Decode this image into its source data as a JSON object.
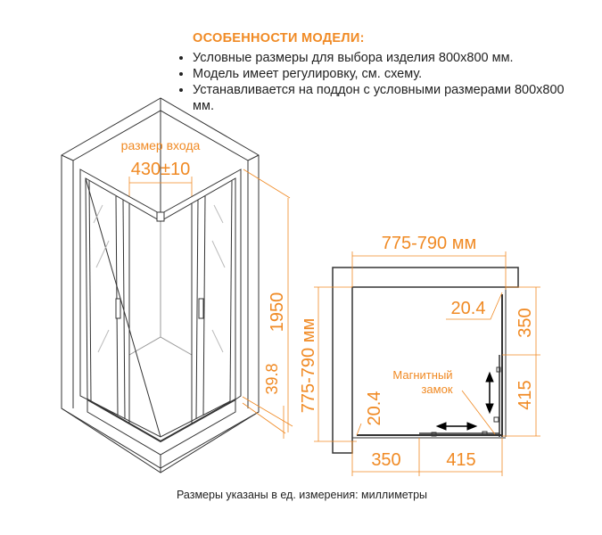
{
  "features": {
    "title": "ОСОБЕННОСТИ МОДЕЛИ:",
    "items": [
      "Условные размеры для выбора изделия 800x800 мм.",
      "Модель имеет регулировку, см. схему.",
      "Устанавливается на поддон с условными размерами 800x800 мм."
    ]
  },
  "iso_view": {
    "entry_label": "размер входа",
    "entry_size": "430±10",
    "height": "1950",
    "tray_height": "39.8"
  },
  "plan_view": {
    "width": "775-790 мм",
    "depth": "775-790 мм",
    "top_gap": "20.4",
    "left_gap": "20.4",
    "right_fixed": "350",
    "right_door": "415",
    "bottom_fixed": "350",
    "bottom_door": "415",
    "lock_label_line1": "Магнитный",
    "lock_label_line2": "замок"
  },
  "footer": "Размеры указаны в ед. измерения: миллиметры",
  "colors": {
    "accent": "#f08a24",
    "line": "#333333"
  }
}
